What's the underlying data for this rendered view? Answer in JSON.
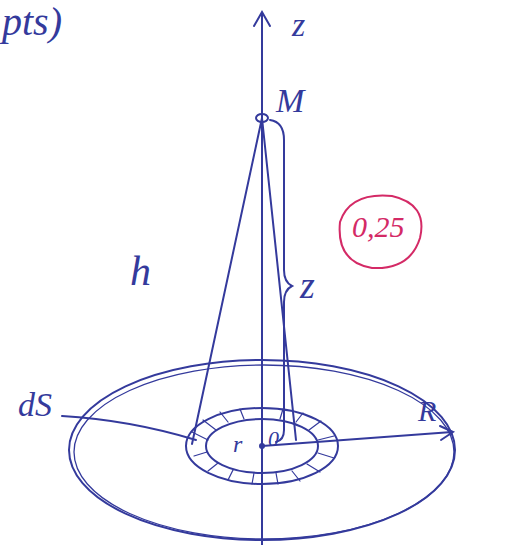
{
  "diagram": {
    "labels": [
      "pts)",
      "z",
      "M",
      "h",
      "z",
      "0,25",
      "dS",
      "r",
      "0",
      "R"
    ]
  }
}
